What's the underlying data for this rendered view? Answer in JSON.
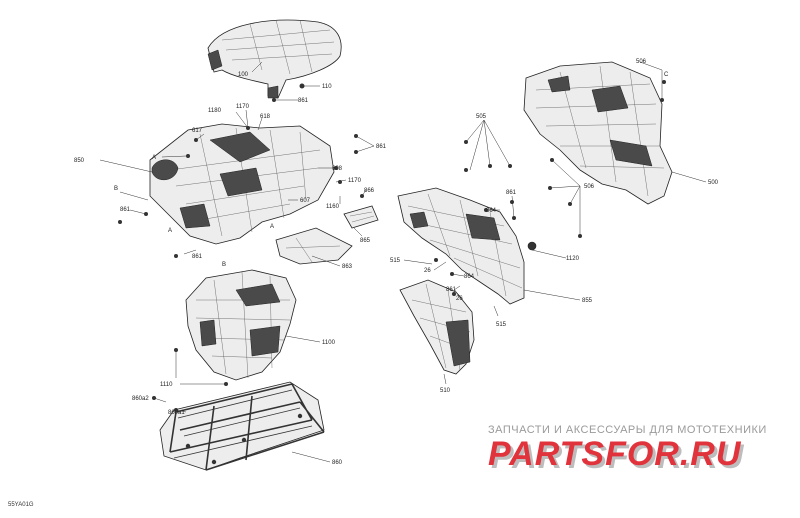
{
  "diagram_code": "55YA01G",
  "watermark": {
    "tagline": "ЗАПЧАСТИ И АКСЕССУАРЫ ДЛЯ МОТОТЕХНИКИ",
    "logo_text": "PARTSFOR.RU",
    "logo_color": "#e0333c",
    "shadow_color": "#bdbdbd"
  },
  "callouts": [
    {
      "id": "c100",
      "text": "100"
    },
    {
      "id": "c110",
      "text": "110"
    },
    {
      "id": "c861a",
      "text": "861"
    },
    {
      "id": "c1180",
      "text": "1180"
    },
    {
      "id": "c1170a",
      "text": "1170"
    },
    {
      "id": "c617",
      "text": "617"
    },
    {
      "id": "c618",
      "text": "618"
    },
    {
      "id": "c850",
      "text": "850"
    },
    {
      "id": "cA1",
      "text": "A"
    },
    {
      "id": "c861b",
      "text": "861"
    },
    {
      "id": "c608",
      "text": "608"
    },
    {
      "id": "c1170b",
      "text": "1170"
    },
    {
      "id": "c866",
      "text": "866"
    },
    {
      "id": "c607",
      "text": "607"
    },
    {
      "id": "c1160",
      "text": "1160"
    },
    {
      "id": "cB1",
      "text": "B"
    },
    {
      "id": "c861c",
      "text": "861"
    },
    {
      "id": "cA2",
      "text": "A"
    },
    {
      "id": "cA3",
      "text": "A"
    },
    {
      "id": "c865",
      "text": "865"
    },
    {
      "id": "c861d",
      "text": "861"
    },
    {
      "id": "cB2",
      "text": "B"
    },
    {
      "id": "c863",
      "text": "863"
    },
    {
      "id": "c505",
      "text": "505"
    },
    {
      "id": "c506",
      "text": "506"
    },
    {
      "id": "cC",
      "text": "C"
    },
    {
      "id": "c500",
      "text": "500"
    },
    {
      "id": "c506b",
      "text": "506"
    },
    {
      "id": "c861e",
      "text": "861"
    },
    {
      "id": "c864a",
      "text": "864"
    },
    {
      "id": "c515a",
      "text": "515"
    },
    {
      "id": "c26a",
      "text": "26"
    },
    {
      "id": "c1120",
      "text": "1120"
    },
    {
      "id": "c864b",
      "text": "864"
    },
    {
      "id": "c861f",
      "text": "861"
    },
    {
      "id": "c26b",
      "text": "26"
    },
    {
      "id": "c855",
      "text": "855"
    },
    {
      "id": "c515b",
      "text": "515"
    },
    {
      "id": "c510",
      "text": "510"
    },
    {
      "id": "c1100",
      "text": "1100"
    },
    {
      "id": "c1110",
      "text": "1110"
    },
    {
      "id": "c860a2",
      "text": "860a2"
    },
    {
      "id": "c860a1",
      "text": "860a1"
    },
    {
      "id": "c860",
      "text": "860"
    }
  ]
}
